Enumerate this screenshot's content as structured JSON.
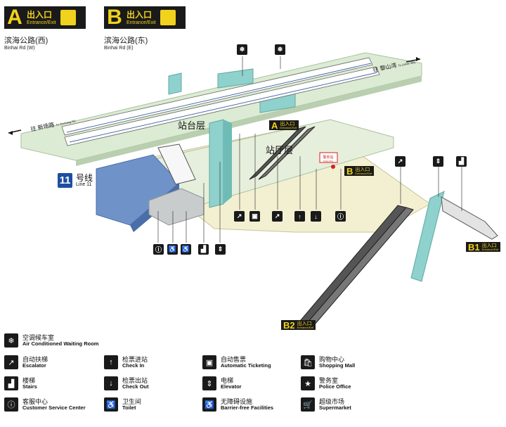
{
  "entrances": [
    {
      "letter": "A",
      "cn": "出入口",
      "en": "Entrance/Exit",
      "road_cn": "滨海公路(西)",
      "road_en": "Binhai Rd (W)"
    },
    {
      "letter": "B",
      "cn": "出入口",
      "en": "Entrance/Exit",
      "road_cn": "滨海公路(东)",
      "road_en": "Binhai Rd (E)"
    }
  ],
  "directions": {
    "left": {
      "cn": "往 新场路",
      "en": "To Xinchang Rd"
    },
    "right": {
      "cn": "往 黎山湾",
      "en": "To Lishan Bay"
    }
  },
  "floors": {
    "platform": "站台层",
    "concourse": "站厅层"
  },
  "line": {
    "number": "11",
    "cn": "号线",
    "en": "Line 11"
  },
  "police_box": {
    "cn": "警务站",
    "en": "Police Box"
  },
  "exit_labels": [
    {
      "letter": "A",
      "cn": "出入口",
      "en": "Entrance/Exit"
    },
    {
      "letter": "B",
      "cn": "出入口",
      "en": "Entrance/Exit"
    },
    {
      "letter": "B1",
      "cn": "出入口",
      "en": "Entrance/Exit"
    },
    {
      "letter": "B2",
      "cn": "出入口",
      "en": "Entrance/Exit"
    }
  ],
  "colors": {
    "platform": "#dcebd3",
    "concourse": "#f3f0d2",
    "glass": "#8fd1cc",
    "line11": "#1d4fa0",
    "badge": "#1a1a1a",
    "badge_text": "#f1d21c",
    "rail": "#3a3a3a"
  },
  "legend": [
    {
      "icon": "snowflake-icon",
      "glyph": "❄",
      "cn": "空调候车室",
      "en": "Air Conditioned Waiting Room"
    },
    {
      "icon": "escalator-icon",
      "glyph": "↗",
      "cn": "自动扶梯",
      "en": "Escalator"
    },
    {
      "icon": "stairs-icon",
      "glyph": "▟",
      "cn": "楼梯",
      "en": "Stairs"
    },
    {
      "icon": "customer-service-icon",
      "glyph": "ⓘ",
      "cn": "客服中心",
      "en": "Customer Service Center"
    },
    {
      "icon": "check-in-icon",
      "glyph": "↑",
      "cn": "检票进站",
      "en": "Check In"
    },
    {
      "icon": "check-out-icon",
      "glyph": "↓",
      "cn": "检票出站",
      "en": "Check Out"
    },
    {
      "icon": "toilet-icon",
      "glyph": "♿",
      "cn": "卫生间",
      "en": "Toilet"
    },
    {
      "icon": "ticket-machine-icon",
      "glyph": "▣",
      "cn": "自动售票",
      "en": "Automatic Ticketing"
    },
    {
      "icon": "elevator-icon",
      "glyph": "⇕",
      "cn": "电梯",
      "en": "Elevator"
    },
    {
      "icon": "accessible-icon",
      "glyph": "♿",
      "cn": "无障碍设施",
      "en": "Barrier-free Facilities"
    },
    {
      "icon": "shopping-mall-icon",
      "glyph": "🛍",
      "cn": "购物中心",
      "en": "Shopping Mall"
    },
    {
      "icon": "police-office-icon",
      "glyph": "★",
      "cn": "警务室",
      "en": "Police Office"
    },
    {
      "icon": "supermarket-icon",
      "glyph": "🛒",
      "cn": "超级市场",
      "en": "Supermarket"
    }
  ]
}
